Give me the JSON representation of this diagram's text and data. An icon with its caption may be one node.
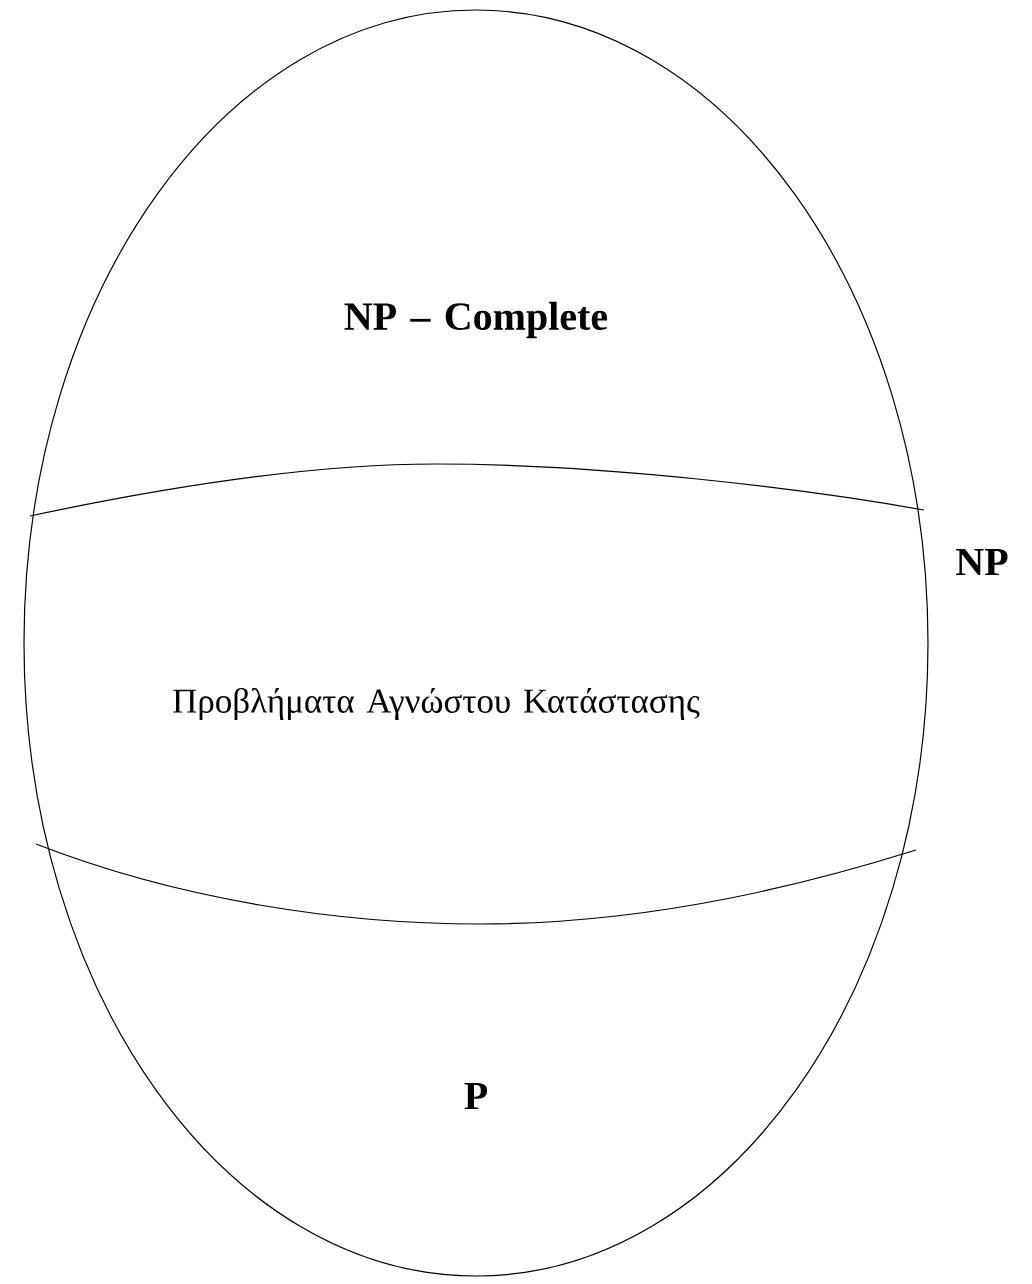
{
  "diagram": {
    "nodes": [
      {
        "text": [
          "NP"
        ]
      },
      {
        "text": [
          "NP – Complete"
        ],
        "in": 0
      },
      {
        "text": [
          "Προβλήματα Αγνώστου Κατάστασης"
        ],
        "in": 0
      },
      {
        "text": [
          "P"
        ],
        "in": 0
      }
    ]
  }
}
